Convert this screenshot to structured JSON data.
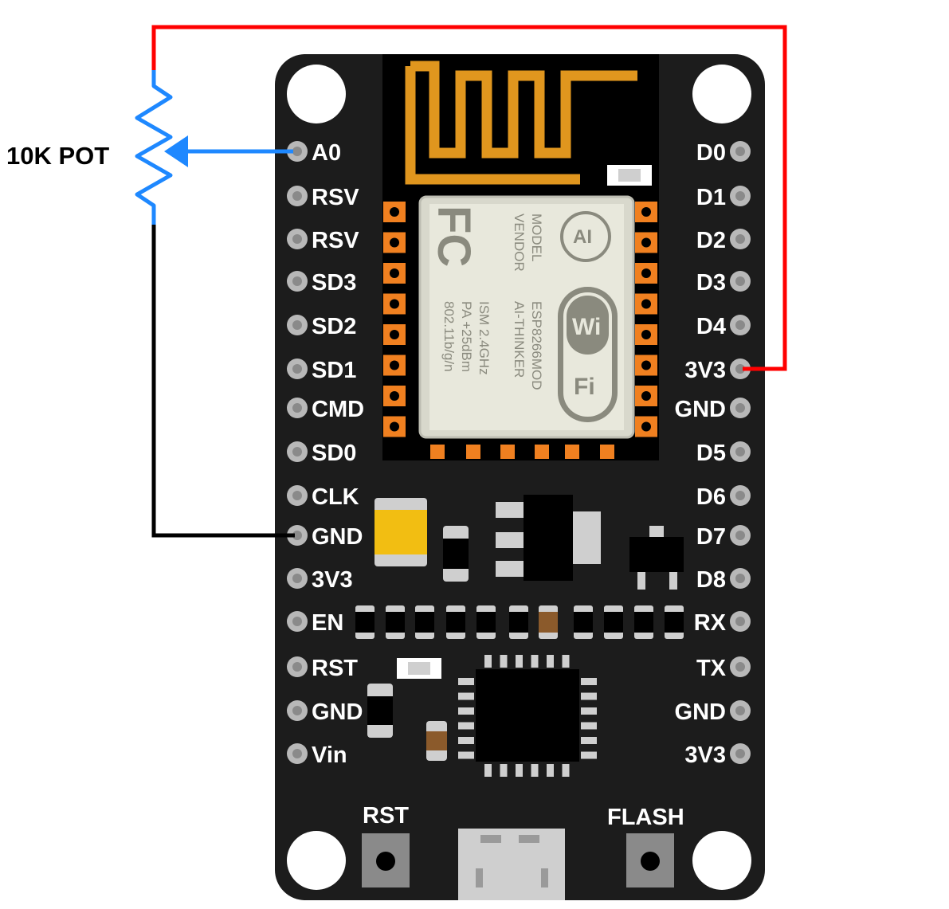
{
  "potentiometer": {
    "label": "10K POT"
  },
  "left_pins": [
    "A0",
    "RSV",
    "RSV",
    "SD3",
    "SD2",
    "SD1",
    "CMD",
    "SD0",
    "CLK",
    "GND",
    "3V3",
    "EN",
    "RST",
    "GND",
    "Vin"
  ],
  "right_pins": [
    "D0",
    "D1",
    "D2",
    "D3",
    "D4",
    "3V3",
    "GND",
    "D5",
    "D6",
    "D7",
    "D8",
    "RX",
    "TX",
    "GND",
    "3V3"
  ],
  "buttons": {
    "reset": "RST",
    "flash": "FLASH"
  },
  "module": {
    "fc": "FC",
    "model_label": "MODEL",
    "vendor_label": "VENDOR",
    "model": "ESP8266MOD",
    "vendor": "AI-THINKER",
    "ism": "ISM 2.4GHz",
    "pa": "PA  +25dBm",
    "std": "802.11b/g/n",
    "ai_logo": "AI",
    "wi": "Wi",
    "fi": "Fi"
  },
  "colors": {
    "board": "#1c1c1c",
    "wire_vcc": "#ff0000",
    "wire_gnd": "#000000",
    "wire_signal": "#1e88ff",
    "antenna": "#e0961e",
    "pad": "#f08020"
  },
  "icons": {
    "mounting_hole": "circle",
    "pin_header": "circle-pad"
  }
}
